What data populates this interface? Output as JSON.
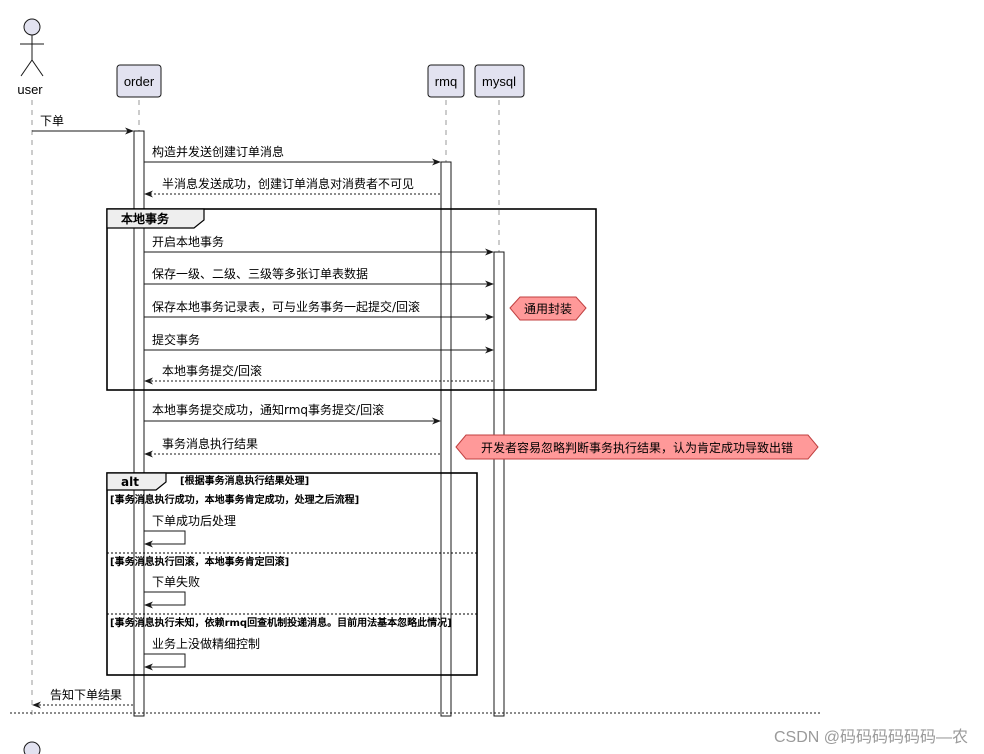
{
  "participants": {
    "user": "user",
    "order": "order",
    "rmq": "rmq",
    "mysql": "mysql"
  },
  "messages": {
    "m1": "下单",
    "m2": "构造并发送创建订单消息",
    "m3": "半消息发送成功，创建订单消息对消费者不可见",
    "m4": "开启本地事务",
    "m5": "保存一级、二级、三级等多张订单表数据",
    "m6": "保存本地事务记录表，可与业务事务一起提交/回滚",
    "m7": "提交事务",
    "m8": "本地事务提交/回滚",
    "m9": "本地事务提交成功，通知rmq事务提交/回滚",
    "m10": "事务消息执行结果",
    "m11": "下单成功后处理",
    "m12": "下单失败",
    "m13": "业务上没做精细控制",
    "m14": "告知下单结果"
  },
  "groups": {
    "local_tx": "本地事务",
    "alt": "alt",
    "alt_cond1": "[根据事务消息执行结果处理]",
    "alt_cond2": "[事务消息执行成功，本地事务肯定成功，处理之后流程]",
    "alt_cond3": "[事务消息执行回滚，本地事务肯定回滚]",
    "alt_cond4": "[事务消息执行未知，依赖rmq回查机制投递消息。目前用法基本忽略此情况]"
  },
  "notes": {
    "note1": "通用封装",
    "note2": "开发者容易忽略判断事务执行结果，认为肯定成功导致出错"
  },
  "colors": {
    "participant_fill": "#E2E2F0",
    "participant_stroke": "#181818",
    "note_fill": "#FF9999",
    "note_stroke": "#C04040",
    "group_header_fill": "#EEEEEE"
  },
  "watermark": "CSDN @码码码码码码—农"
}
